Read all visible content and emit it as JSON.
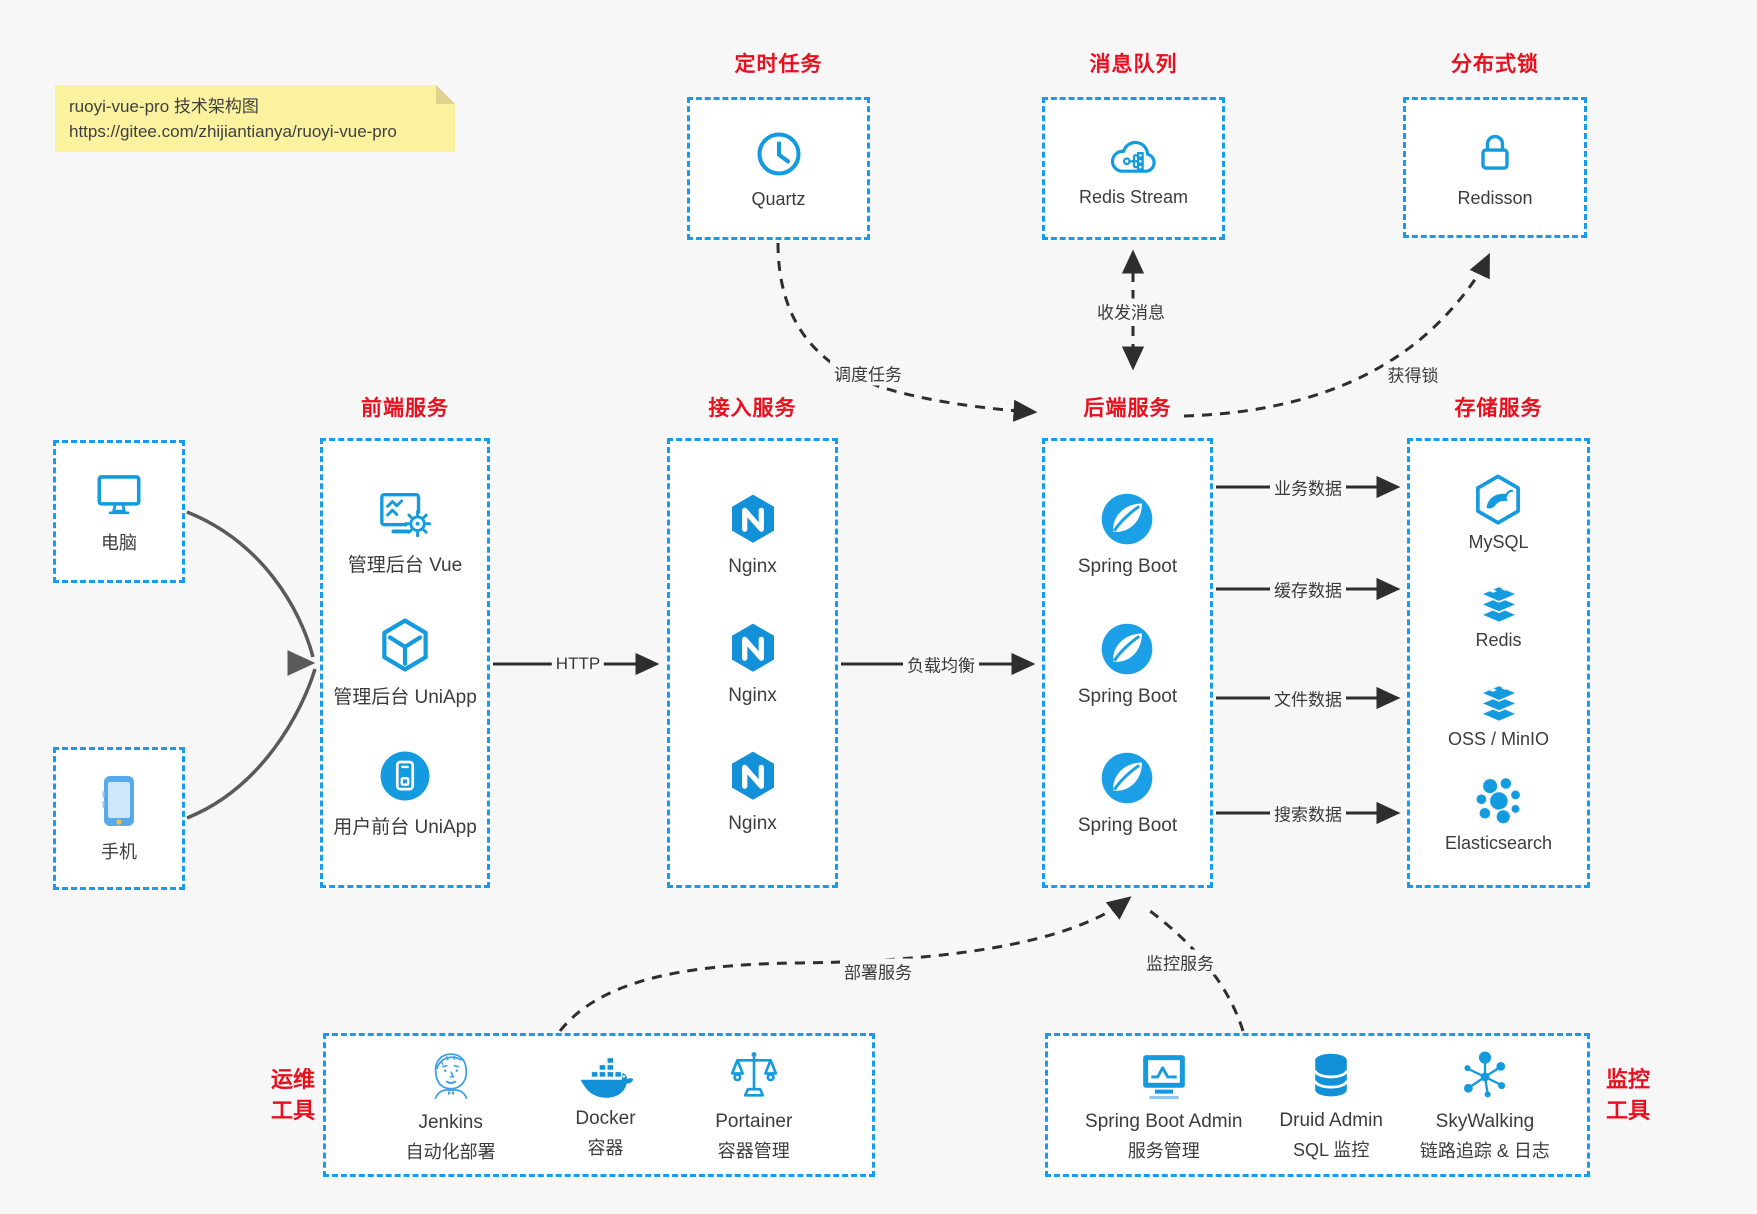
{
  "note": {
    "line1": "ruoyi-vue-pro 技术架构图",
    "line2": "https://gitee.com/zhijiantianya/ruoyi-vue-pro"
  },
  "colors": {
    "accent_blue": "#169bf0",
    "icon_blue": "#149ade",
    "title_red": "#e8101e",
    "note_bg": "#fbf2a0",
    "canvas_bg": "#f7f7f8",
    "wire_dark": "#2e2e2e"
  },
  "top": {
    "scheduled": {
      "title": "定时任务",
      "label": "Quartz"
    },
    "mq": {
      "title": "消息队列",
      "label": "Redis Stream"
    },
    "lock": {
      "title": "分布式锁",
      "label": "Redisson"
    }
  },
  "clients": {
    "pc": "电脑",
    "mobile": "手机"
  },
  "frontend": {
    "title": "前端服务",
    "items": [
      {
        "label": "管理后台 Vue"
      },
      {
        "label": "管理后台 UniApp"
      },
      {
        "label": "用户前台 UniApp"
      }
    ]
  },
  "gateway": {
    "title": "接入服务",
    "items": [
      {
        "label": "Nginx"
      },
      {
        "label": "Nginx"
      },
      {
        "label": "Nginx"
      }
    ]
  },
  "backend": {
    "title": "后端服务",
    "items": [
      {
        "label": "Spring Boot"
      },
      {
        "label": "Spring Boot"
      },
      {
        "label": "Spring Boot"
      }
    ]
  },
  "storage": {
    "title": "存储服务",
    "items": [
      {
        "label": "MySQL"
      },
      {
        "label": "Redis"
      },
      {
        "label": "OSS / MinIO"
      },
      {
        "label": "Elasticsearch"
      }
    ]
  },
  "ops": {
    "title_line1": "运维",
    "title_line2": "工具",
    "items": [
      {
        "label": "Jenkins",
        "sublabel": "自动化部署"
      },
      {
        "label": "Docker",
        "sublabel": "容器"
      },
      {
        "label": "Portainer",
        "sublabel": "容器管理"
      }
    ]
  },
  "monitoring": {
    "title_line1": "监控",
    "title_line2": "工具",
    "items": [
      {
        "label": "Spring Boot Admin",
        "sublabel": "服务管理"
      },
      {
        "label": "Druid Admin",
        "sublabel": "SQL 监控"
      },
      {
        "label": "SkyWalking",
        "sublabel": "链路追踪 & 日志"
      }
    ]
  },
  "edges": {
    "http": "HTTP",
    "load_balance": "负载均衡",
    "schedule": "调度任务",
    "message": "收发消息",
    "acquire_lock": "获得锁",
    "business": "业务数据",
    "cache": "缓存数据",
    "file": "文件数据",
    "search": "搜索数据",
    "deploy": "部署服务",
    "monitor": "监控服务"
  }
}
